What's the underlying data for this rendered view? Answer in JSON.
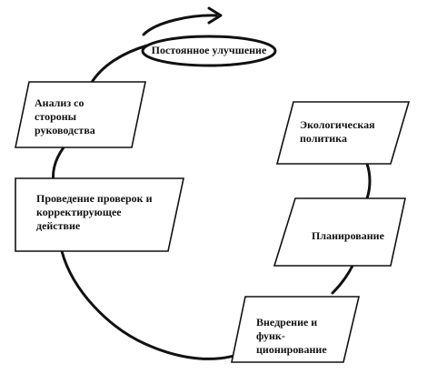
{
  "diagram": {
    "oval_label": "Постоянное улучшение",
    "steps": [
      {
        "label": "Анализ со стороны руководства"
      },
      {
        "label": "Экологическая политика"
      },
      {
        "label": "Проведение проверок и корректирующее действие"
      },
      {
        "label": "Планирование"
      },
      {
        "label": "Внедрение и функ-ционирование"
      }
    ]
  }
}
